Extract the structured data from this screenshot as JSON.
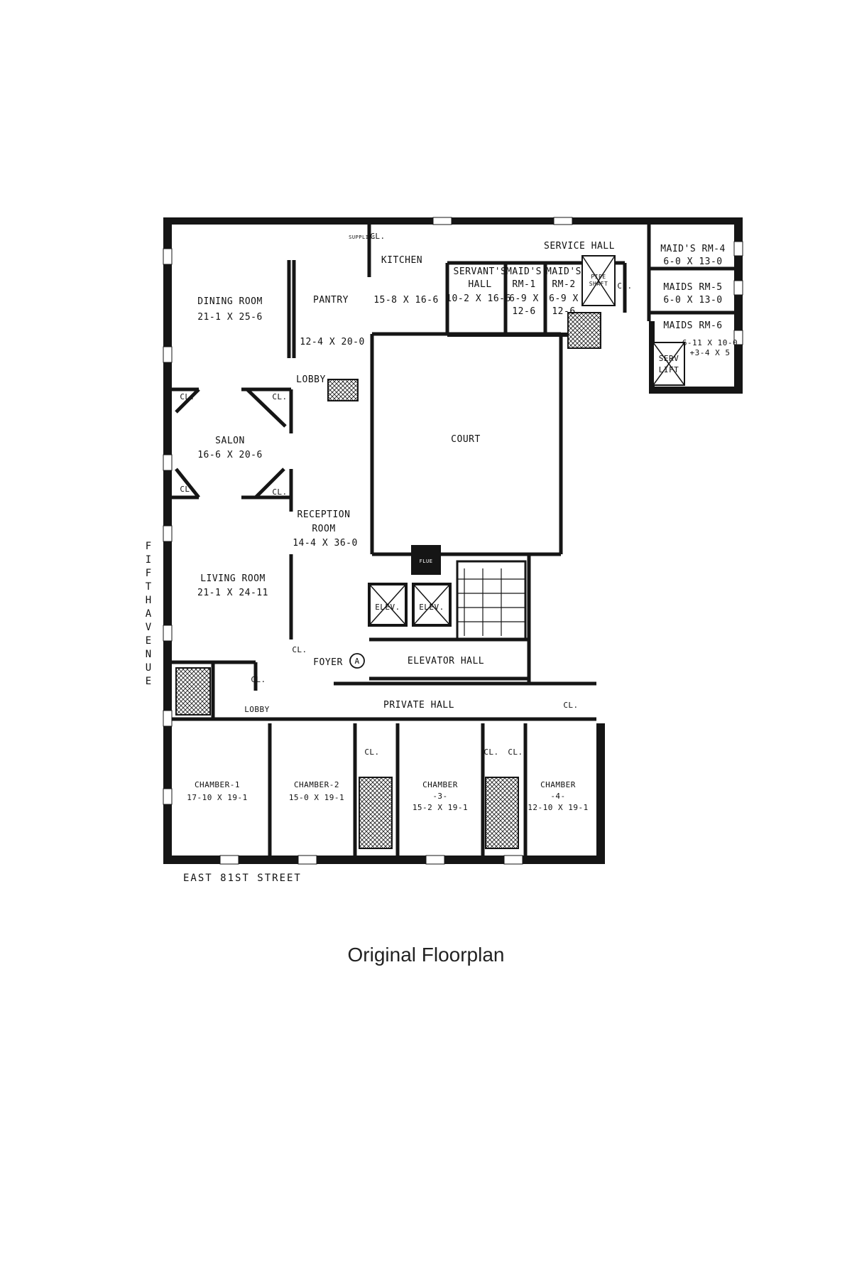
{
  "streets": {
    "west": "FIFTH AVENUE",
    "south": "EAST 81ST STREET"
  },
  "caption": "Original Floorplan",
  "rooms": {
    "dining_room": {
      "name": "DINING ROOM",
      "dims": "21-1 X 25-6"
    },
    "pantry": {
      "name": "PANTRY",
      "dims": "12-4 X 20-0"
    },
    "kitchen": {
      "name": "KITCHEN",
      "dims": "15-8 X 16-6"
    },
    "servants_hall": {
      "name_1": "SERVANT'S",
      "name_2": "HALL",
      "dims": "10-2 X 16-6"
    },
    "maids_rm_1": {
      "name_1": "MAID'S",
      "name_2": "RM-1",
      "dims_1": "6-9 X",
      "dims_2": "12-6"
    },
    "maids_rm_2": {
      "name_1": "MAID'S",
      "name_2": "RM-2",
      "dims_1": "6-9 X",
      "dims_2": "12-6"
    },
    "service_hall": {
      "name": "SERVICE HALL"
    },
    "maids_rm_4": {
      "name": "MAID'S RM-4",
      "dims": "6-0 X 13-0"
    },
    "maids_rm_5": {
      "name": "MAIDS RM-5",
      "dims": "6-0 X 13-0"
    },
    "maids_rm_6": {
      "name": "MAIDS RM-6",
      "dims_1": "6-11 X 10-0",
      "dims_2": "+3-4 X 5"
    },
    "serv_lift": {
      "name_1": "SERV",
      "name_2": "LIFT"
    },
    "lobby_north": {
      "name": "LOBBY"
    },
    "salon": {
      "name": "SALON",
      "dims": "16-6 X 20-6"
    },
    "court": {
      "name": "COURT"
    },
    "reception_room": {
      "name_1": "RECEPTION",
      "name_2": "ROOM",
      "dims": "14-4 X 36-0"
    },
    "living_room": {
      "name": "LIVING ROOM",
      "dims": "21-1 X 24-11"
    },
    "elevators": {
      "elev_1": "ELEV.",
      "elev_2": "ELEV.",
      "flue": "FLUE"
    },
    "foyer": {
      "name": "FOYER",
      "marker": "A"
    },
    "elevator_hall": {
      "name": "ELEVATOR HALL"
    },
    "private_hall": {
      "name": "PRIVATE HALL"
    },
    "lobby_south": {
      "name": "LOBBY"
    },
    "chamber_1": {
      "name": "CHAMBER-1",
      "dims": "17-10 X 19-1"
    },
    "chamber_2": {
      "name": "CHAMBER-2",
      "dims": "15-0 X 19-1"
    },
    "chamber_3": {
      "name_1": "CHAMBER",
      "name_2": "-3-",
      "dims": "15-2 X 19-1"
    },
    "chamber_4": {
      "name_1": "CHAMBER",
      "name_2": "-4-",
      "dims": "12-10 X 19-1"
    },
    "pipe_shaft": {
      "name_1": "PIPE",
      "name_2": "SHAFT"
    },
    "supplies": {
      "name": "SUPPLIES"
    },
    "closet": "CL."
  },
  "colors": {
    "wall": "#151515",
    "paper": "#ffffff",
    "hatch": "#222222"
  }
}
